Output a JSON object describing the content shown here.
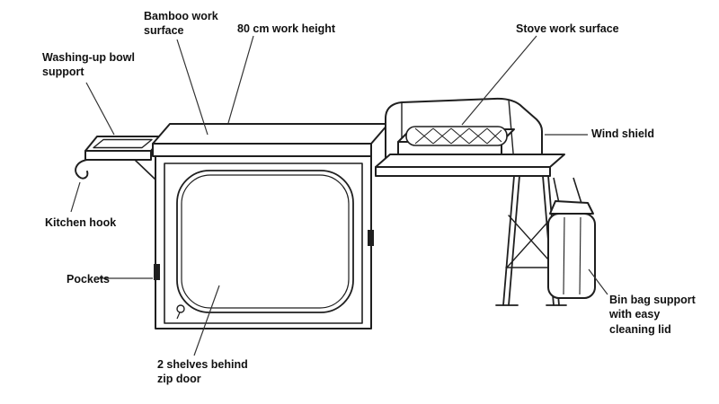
{
  "diagram": {
    "colors": {
      "line": "#1f1f1f",
      "leader_line": "#333333",
      "label_text": "#111111",
      "background": "#ffffff"
    },
    "labels": {
      "bamboo_work_surface": "Bamboo work\nsurface",
      "work_height": "80 cm work height",
      "stove_work_surface": "Stove work surface",
      "washing_up_bowl_support": "Washing-up bowl\nsupport",
      "wind_shield": "Wind shield",
      "kitchen_hook": "Kitchen hook",
      "pockets": "Pockets",
      "bin_bag_support": "Bin bag support\nwith easy\ncleaning lid",
      "shelves_zip_door": "2 shelves behind\nzip door"
    }
  }
}
